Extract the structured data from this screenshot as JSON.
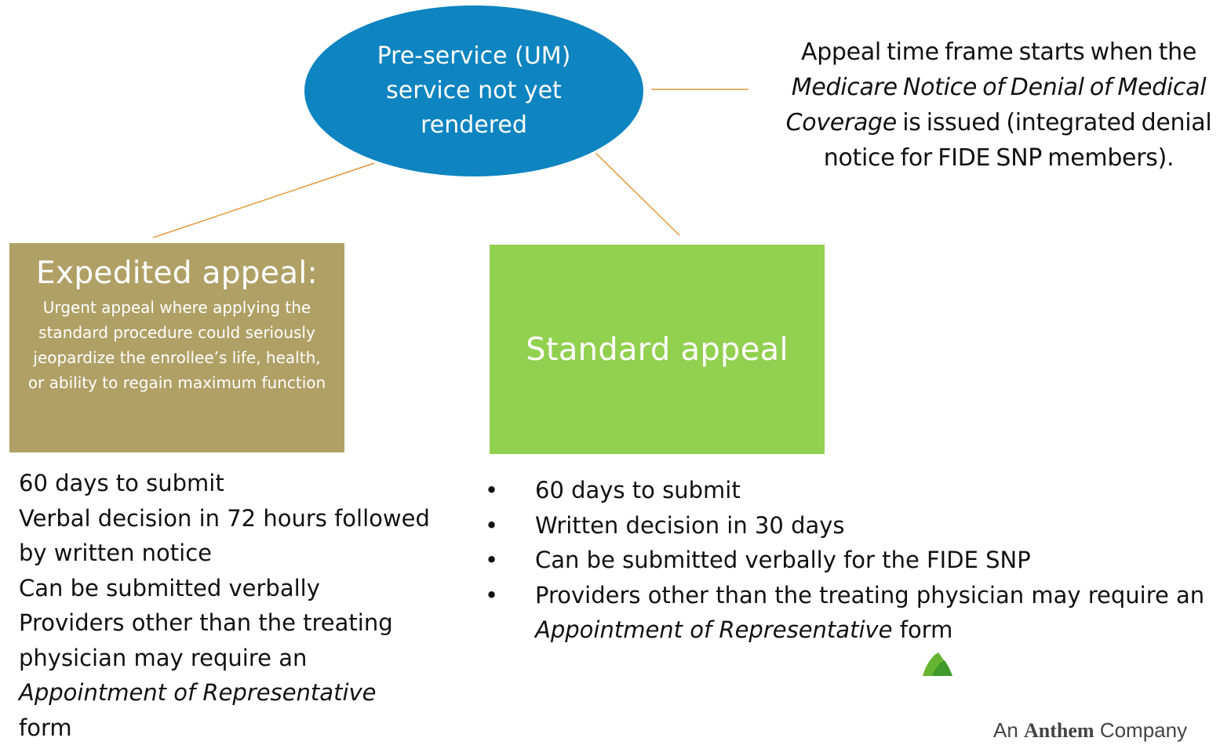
{
  "ellipse": {
    "text": "Pre-service (UM) service not yet rendered"
  },
  "note": {
    "part1": "Appeal time frame starts when the ",
    "italic": "Medicare Notice of Denial of Medical Coverage",
    "part2": " is issued (integrated denial notice for FIDE SNP members)."
  },
  "expedited": {
    "title": "Expedited appeal:",
    "description": "Urgent appeal where applying the standard procedure could seriously jeopardize the enrollee’s life, health, or ability to regain maximum function"
  },
  "standard": {
    "title": "Standard appeal"
  },
  "expedited_list": {
    "items": [
      "60 days to submit",
      "Verbal decision in 72 hours followed by written notice",
      "Can be submitted verbally"
    ],
    "last_item_prefix": "Providers other than the treating physician may require an ",
    "last_item_italic": "Appointment of Representative",
    "last_item_suffix": " form"
  },
  "standard_list": {
    "bullet": "•",
    "items": [
      "60 days to submit",
      "Written decision in 30 days",
      "Can be submitted verbally for the FIDE SNP"
    ],
    "last_item_prefix": "Providers other than the treating physician may require an ",
    "last_item_italic": "Appointment of Representative",
    "last_item_suffix": " form"
  },
  "logo": {
    "prefix": "An ",
    "brand": "Anthem",
    "suffix": " Company"
  },
  "colors": {
    "ellipse": "#0e84c1",
    "expedited_box": "#b0a065",
    "standard_box": "#92d050",
    "connector": "#e39a3b"
  }
}
